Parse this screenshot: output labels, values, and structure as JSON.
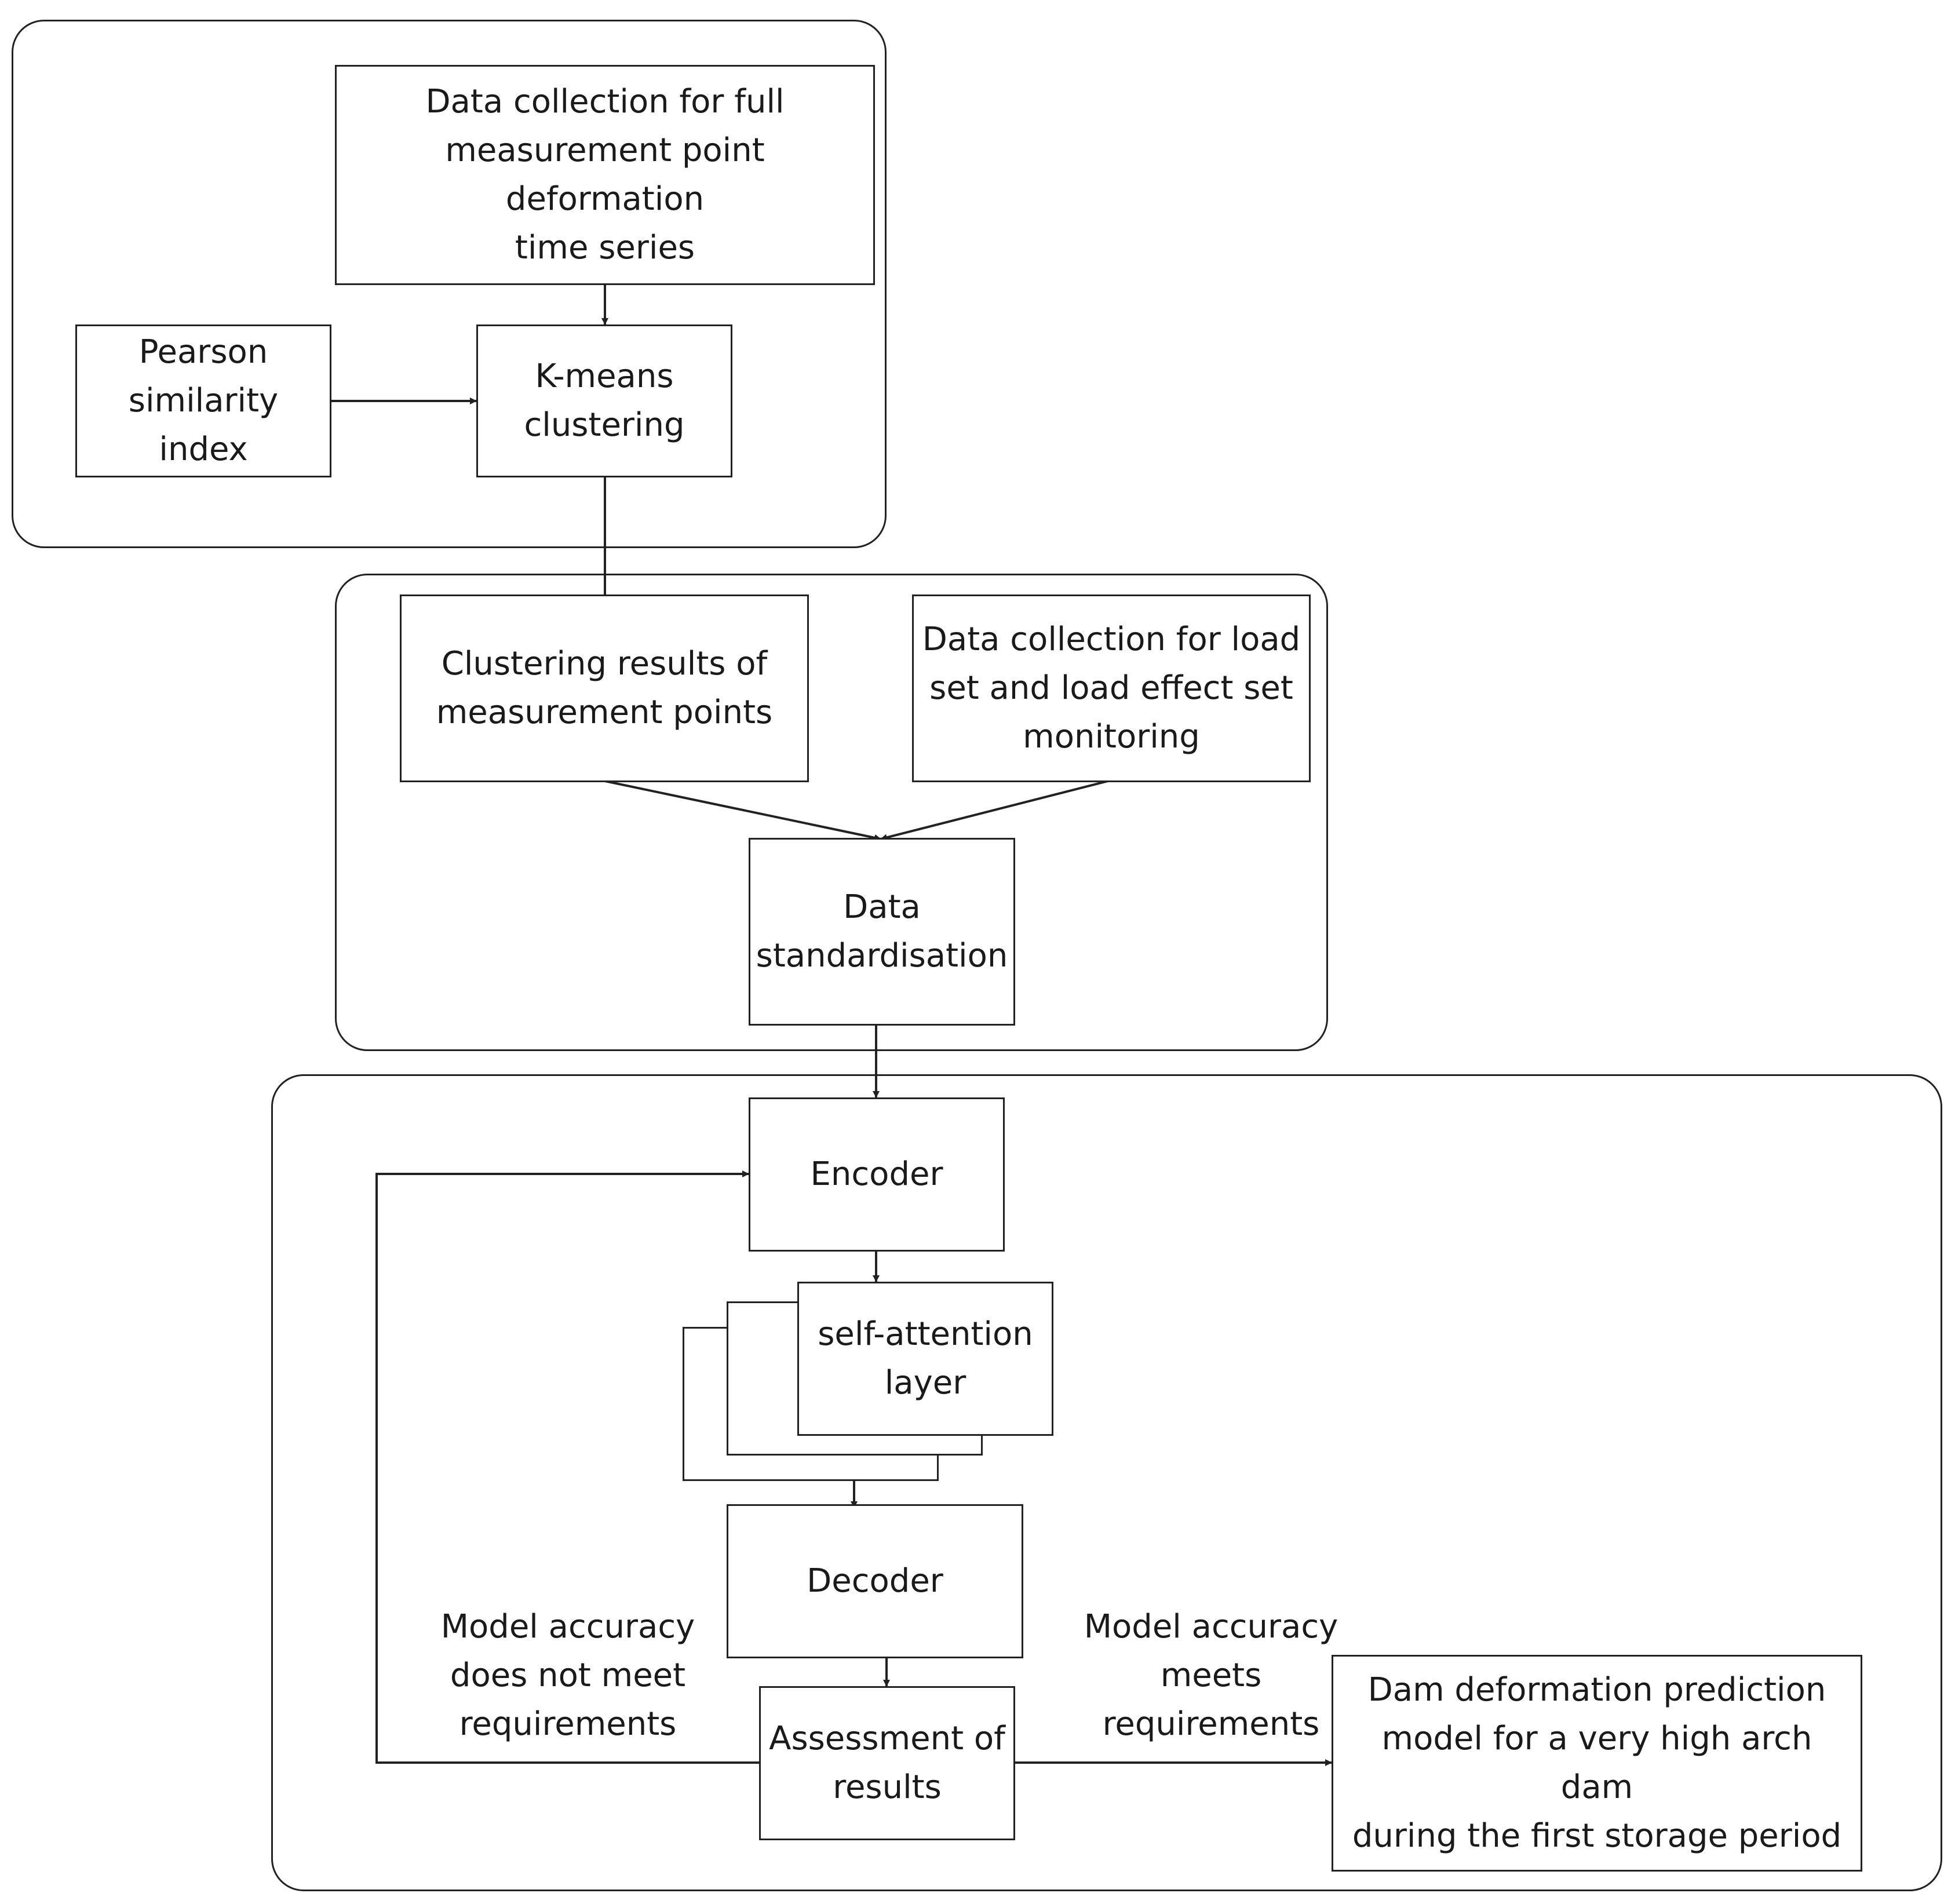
{
  "nodes": {
    "data_collection_full": "Data collection for full\nmeasurement point deformation\ntime series",
    "pearson": "Pearson\nsimilarity index",
    "kmeans": "K-means\nclustering",
    "clustering_results": "Clustering results of\nmeasurement points",
    "data_collection_load": "Data collection for load\nset and load effect set\nmonitoring",
    "standardisation": "Data\nstandardisation",
    "encoder": "Encoder",
    "self_attention": "self-attention\nlayer",
    "decoder": "Decoder",
    "assessment": "Assessment of\nresults",
    "final_model": "Dam deformation prediction\nmodel for a very high arch dam\nduring the first storage period"
  },
  "edge_labels": {
    "not_meet": "Model accuracy\ndoes not meet\nrequirements",
    "meet": "Model accuracy\nmeets\nrequirements"
  },
  "colors": {
    "stroke": "#222222",
    "text": "#1a1a1a",
    "background": "#ffffff"
  }
}
